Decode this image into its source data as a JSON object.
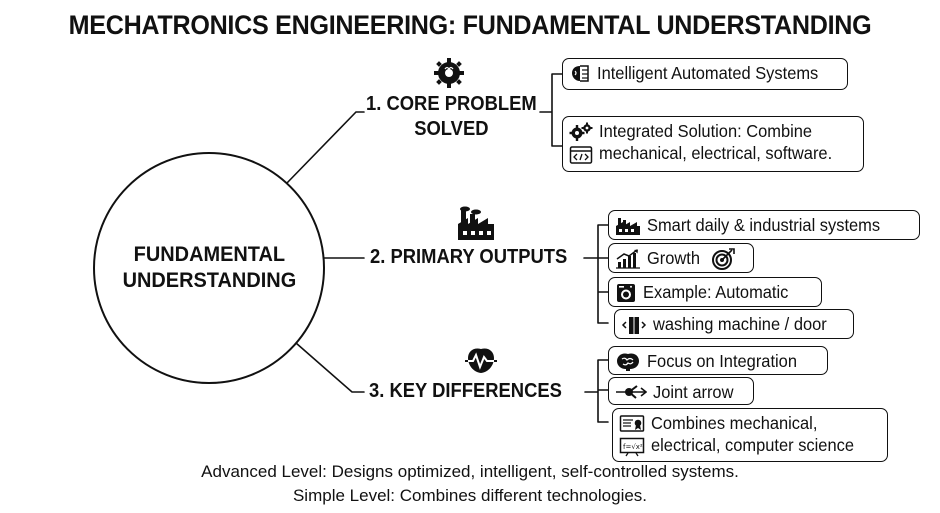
{
  "title": "MECHATRONICS ENGINEERING: FUNDAMENTAL UNDERSTANDING",
  "center": {
    "line1": "FUNDAMENTAL",
    "line2": "UNDERSTANDING"
  },
  "branches": [
    {
      "label_line1": "1. CORE PROBLEM",
      "label_line2": "SOLVED",
      "icon": "brain-gear-icon",
      "leaves": [
        {
          "text_line1": "Intelligent Automated Systems",
          "text_line2": "",
          "icons": [
            "brain-chip-icon"
          ]
        },
        {
          "text_line1": "Integrated Solution: Combine",
          "text_line2": "mechanical, electrical, software.",
          "icons": [
            "gears-icon",
            "code-window-icon"
          ]
        }
      ]
    },
    {
      "label_line1": "2. PRIMARY OUTPUTS",
      "label_line2": "",
      "icon": "factory-icon",
      "leaves": [
        {
          "text_line1": "Smart daily & industrial systems",
          "text_line2": "",
          "icons": [
            "factory-small-icon"
          ]
        },
        {
          "text_line1": "Growth",
          "text_line2": "",
          "icons": [
            "growth-chart-icon"
          ],
          "trailing_icon": "target-icon"
        },
        {
          "text_line1": "Example: Automatic",
          "text_line2": "",
          "icons": [
            "washing-machine-icon"
          ]
        },
        {
          "text_line1": "washing machine / door",
          "text_line2": "",
          "icons": [
            "automatic-door-icon"
          ]
        }
      ]
    },
    {
      "label_line1": "3. KEY DIFFERENCES",
      "label_line2": "",
      "icon": "brain-heartbeat-icon",
      "leaves": [
        {
          "text_line1": "Focus on Integration",
          "text_line2": "",
          "icons": [
            "brain-icon"
          ]
        },
        {
          "text_line1": "Joint arrow",
          "text_line2": "",
          "icons": [
            "joint-arrow-icon"
          ]
        },
        {
          "text_line1": "Combines mechanical,",
          "text_line2": "electrical, computer science",
          "icons": [
            "certificate-icon",
            "formula-board-icon"
          ]
        }
      ]
    }
  ],
  "footer": {
    "line1": "Advanced Level: Designs optimized, intelligent, self-controlled systems.",
    "line2": "Simple Level: Combines different technologies."
  }
}
